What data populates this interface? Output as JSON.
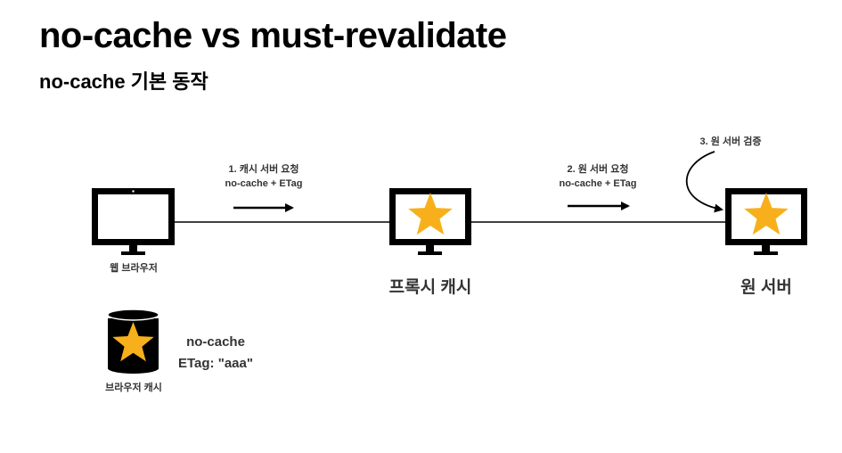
{
  "header": {
    "title": "no-cache vs must-revalidate",
    "subtitle": "no-cache 기본 동작"
  },
  "nodes": {
    "browser": {
      "label": "웹 브라우저"
    },
    "proxy": {
      "label": "프록시 캐시"
    },
    "origin": {
      "label": "원 서버"
    },
    "browser_cache": {
      "label": "브라우저 캐시",
      "directive": "no-cache",
      "etag": "ETag: \"aaa\""
    }
  },
  "steps": [
    {
      "label": "1. 캐시 서버 요청",
      "detail": "no-cache + ETag"
    },
    {
      "label": "2. 원 서버 요청",
      "detail": "no-cache + ETag"
    },
    {
      "label": "3. 원 서버 검증"
    }
  ],
  "colors": {
    "star": "#F7B01B",
    "device": "#000000",
    "text": "#333333"
  }
}
